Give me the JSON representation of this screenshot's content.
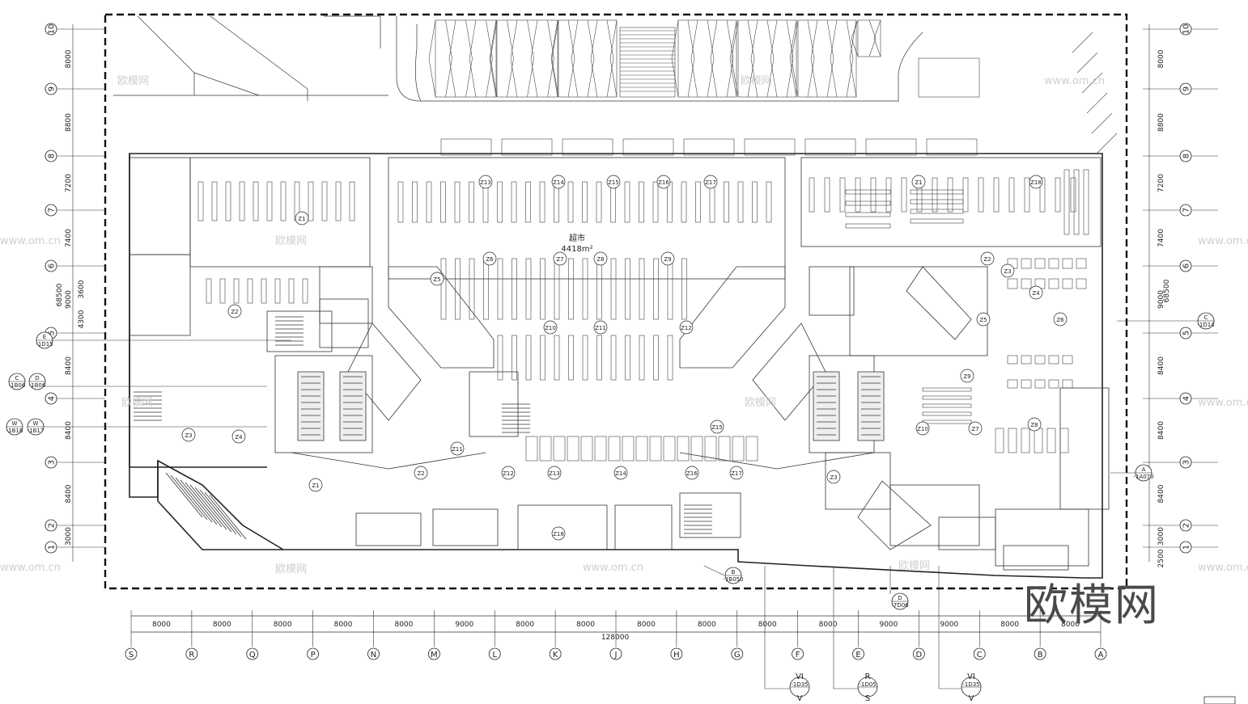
{
  "bottom_axis": {
    "labels": [
      "S",
      "R",
      "Q",
      "P",
      "N",
      "M",
      "L",
      "K",
      "J",
      "H",
      "G",
      "F",
      "E",
      "D",
      "C",
      "B",
      "A"
    ],
    "spans": [
      "8000",
      "8000",
      "8000",
      "8000",
      "8000",
      "9000",
      "8000",
      "8000",
      "8000",
      "8000",
      "8000",
      "8000",
      "9000",
      "9000",
      "8000",
      "8000"
    ],
    "total": "128000"
  },
  "left_axis": {
    "labels": [
      "10",
      "9",
      "8",
      "7",
      "6",
      "5",
      "4",
      "3",
      "2",
      "1"
    ],
    "spans": [
      "8000",
      "8800",
      "7200",
      "7400",
      "9000",
      "8400",
      "8400",
      "8400",
      "3000"
    ],
    "extra": [
      "68500",
      "3600",
      "4300"
    ]
  },
  "right_axis": {
    "labels": [
      "10",
      "9",
      "8",
      "7",
      "6",
      "5",
      "4",
      "3",
      "2",
      "1"
    ],
    "spans": [
      "8000",
      "8800",
      "7200",
      "7400",
      "9000",
      "8400",
      "8400",
      "8400",
      "3000",
      "2500"
    ],
    "extra": [
      "68500"
    ]
  },
  "main_area": {
    "name": "超市",
    "area": "4418m²"
  },
  "section_tags": [
    {
      "letter": "C",
      "code": "-1D14"
    },
    {
      "letter": "A",
      "code": "-1A070"
    },
    {
      "letter": "B",
      "code": "-1B050"
    },
    {
      "letter": "D",
      "code": "-7D06"
    },
    {
      "letter": "E",
      "code": "-1D15"
    },
    {
      "letter": "C",
      "code": "-1B06"
    },
    {
      "letter": "D",
      "code": "-1B06"
    },
    {
      "letter": "W",
      "code": "-1B16"
    },
    {
      "letter": "W",
      "code": "-1B17"
    }
  ],
  "bottom_tags": [
    {
      "top": "VI",
      "code": "-1D35",
      "bottom": "V"
    },
    {
      "top": "R",
      "code": "-1D05",
      "bottom": "S"
    },
    {
      "top": "VI",
      "code": "-1D35",
      "bottom": "V"
    }
  ],
  "zone_tags": [
    "Z1",
    "Z2",
    "Z3",
    "Z4",
    "Z5",
    "Z6",
    "Z7",
    "Z8",
    "Z9",
    "Z10",
    "Z11",
    "Z12",
    "Z13",
    "Z14",
    "Z15",
    "Z16",
    "Z17",
    "Z18"
  ],
  "watermark": {
    "site": "www.om.cn",
    "cn": "欧模网",
    "logo": "欧模网"
  },
  "colors": {
    "line": "#1a1a1a",
    "wall": "#333333",
    "watermark": "#cfcfcf",
    "logo": "#4a4a4a"
  }
}
